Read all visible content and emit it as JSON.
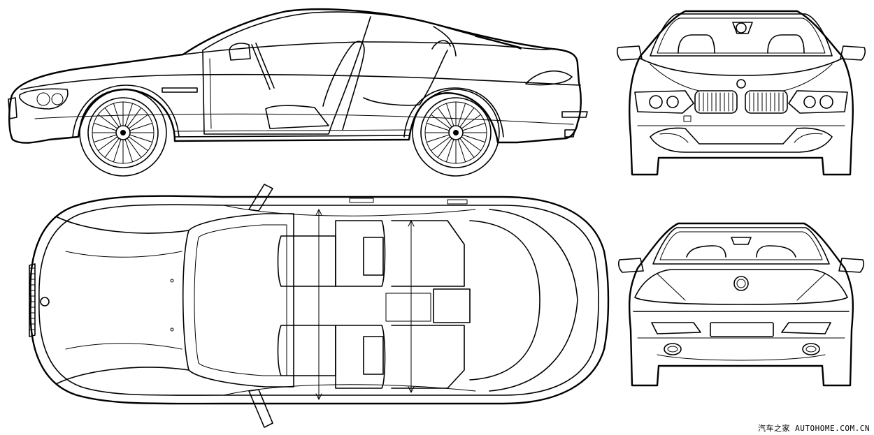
{
  "watermark": "汽车之家 AUTOHOME.COM.CN",
  "views": [
    "side",
    "front",
    "top",
    "rear"
  ]
}
